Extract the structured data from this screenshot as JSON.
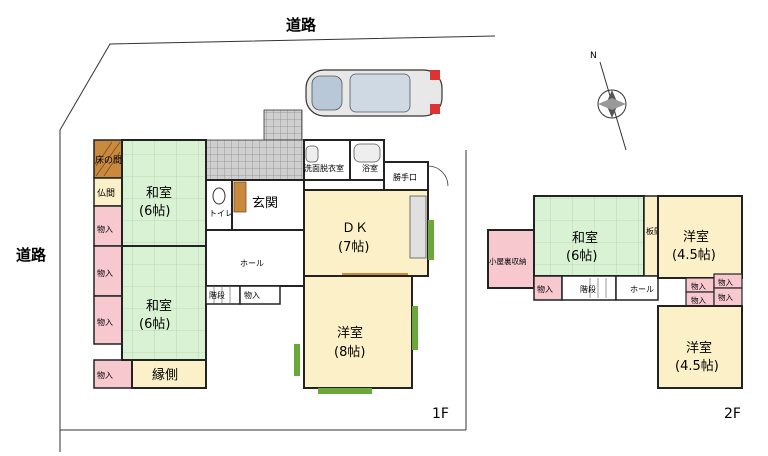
{
  "roads": {
    "top": "道路",
    "left": "道路"
  },
  "floor1": {
    "label": "1F",
    "rooms": {
      "washitsu_upper": {
        "name": "和室",
        "size": "(6帖)"
      },
      "washitsu_lower": {
        "name": "和室",
        "size": "(6帖)"
      },
      "tokonoma": "床の間",
      "butsuma": "仏間",
      "toilet": "トイレ",
      "genkan": "玄関",
      "dk": {
        "name": "ＤＫ",
        "size": "(7帖)"
      },
      "senmen": "洗面脱衣室",
      "bath": "浴室",
      "katteguchi": "勝手口",
      "yoshitsu": {
        "name": "洋室",
        "size": "(8帖)"
      },
      "engawa": "縁側",
      "hall": "ホール",
      "stairs": "階段",
      "storage": "物入"
    }
  },
  "floor2": {
    "label": "2F",
    "rooms": {
      "washitsu": {
        "name": "和室",
        "size": "(6帖)"
      },
      "itanoma": "板間",
      "yoshitsu_upper": {
        "name": "洋室",
        "size": "(4.5帖)"
      },
      "yoshitsu_lower": {
        "name": "洋室",
        "size": "(4.5帖)"
      },
      "attic": "小屋裏収納",
      "hall": "ホール",
      "stairs": "階段",
      "storage": "物入"
    }
  },
  "compass": {
    "north": "N"
  },
  "colors": {
    "tatami": "#d9f2d4",
    "yoshitsu": "#fcf0c8",
    "storage": "#f7c9cf",
    "tile": "#d8d8d8",
    "wood": "#c98a40",
    "window": "#6aa83a"
  }
}
